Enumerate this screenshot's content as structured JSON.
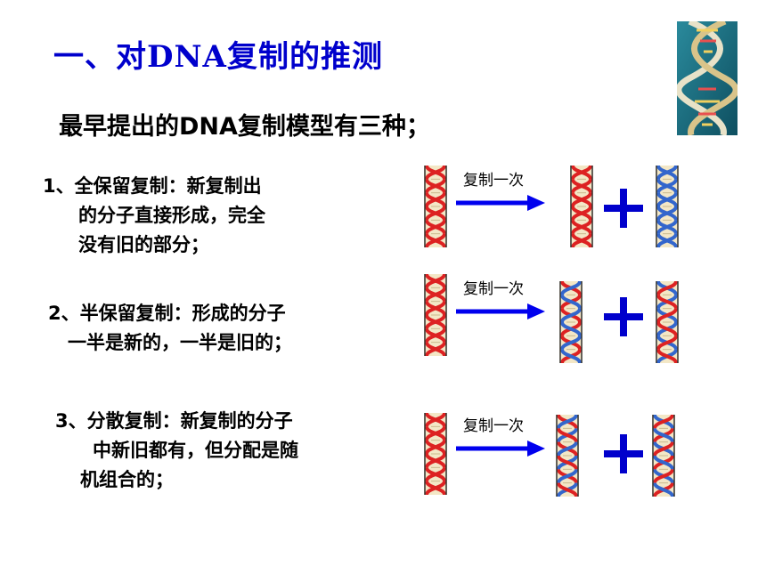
{
  "slide": {
    "title": "一、对DNA复制的推测",
    "subtitle": "最早提出的DNA复制模型有三种；"
  },
  "colors": {
    "title": "#0000cc",
    "arrow": "#0000ee",
    "old_strand": "#dd2222",
    "new_strand": "#3366cc",
    "plus": "#0000cc"
  },
  "models": [
    {
      "lines": [
        "1、全保留复制：新复制出",
        "的分子直接形成，完全",
        "没有旧的部分；"
      ],
      "arrow_label": "复制一次"
    },
    {
      "lines": [
        "2、半保留复制：形成的分子",
        "一半是新的，一半是旧的；"
      ],
      "arrow_label": "复制一次"
    },
    {
      "lines": [
        "3、分散复制：新复制的分子",
        "中新旧都有，但分配是随",
        "机组合的；"
      ],
      "arrow_label": "复制一次"
    }
  ]
}
